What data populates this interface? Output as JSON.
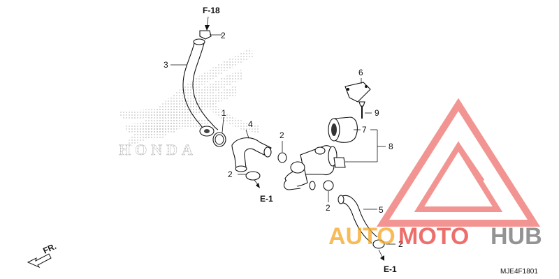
{
  "figure": {
    "diagram_code": "MJE4F1801",
    "reference_top": "F-18",
    "reference_left_bottom": "E-1",
    "reference_right_bottom": "E-1",
    "direction_label": "FR.",
    "background_logo_text": "HONDA"
  },
  "callouts": [
    {
      "id": "c2-top",
      "text": "2"
    },
    {
      "id": "c3",
      "text": "3"
    },
    {
      "id": "c1",
      "text": "1"
    },
    {
      "id": "c4",
      "text": "4"
    },
    {
      "id": "c2-mid",
      "text": "2"
    },
    {
      "id": "c2-left",
      "text": "2"
    },
    {
      "id": "c6",
      "text": "6"
    },
    {
      "id": "c9",
      "text": "9"
    },
    {
      "id": "c7",
      "text": "7"
    },
    {
      "id": "c8",
      "text": "8"
    },
    {
      "id": "c2-lower",
      "text": "2"
    },
    {
      "id": "c5",
      "text": "5"
    },
    {
      "id": "c2-bottom",
      "text": "2"
    }
  ],
  "watermark": {
    "text_orange": "AUTO",
    "text_red": "MOTO",
    "text_gray": "HUB",
    "colors": {
      "orange": "#f5a623",
      "red": "#e8403a",
      "gray": "#6f6f6f",
      "triangle": "#e8403a"
    }
  }
}
